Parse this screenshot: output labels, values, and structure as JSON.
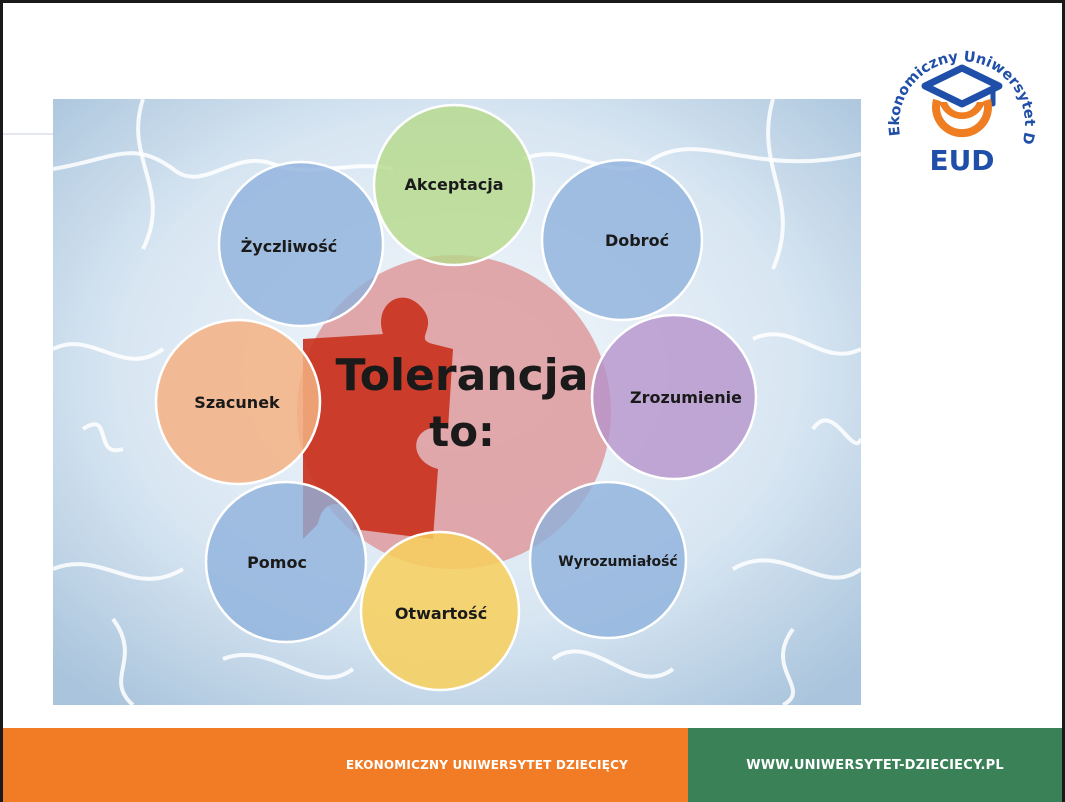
{
  "diagram": {
    "center_line1": "Tolerancja",
    "center_line2": "to:",
    "circles": [
      {
        "label": "Akceptacja",
        "color": "#b5d98a"
      },
      {
        "label": "Dobroć",
        "color": "#8fb1dc"
      },
      {
        "label": "Zrozumienie",
        "color": "#b594cc"
      },
      {
        "label": "Wyrozumiałość",
        "color": "#8fb1dc"
      },
      {
        "label": "Otwartość",
        "color": "#f8cf5a"
      },
      {
        "label": "Pomoc",
        "color": "#8fb1dc"
      },
      {
        "label": "Szacunek",
        "color": "#f5b283"
      },
      {
        "label": "Życzliwość",
        "color": "#8fb1dc"
      }
    ]
  },
  "logo": {
    "arc_text": "Ekonomiczny Uniwersytet Dziecięcy",
    "short": "EUD",
    "colors": {
      "blue": "#1f4fa8",
      "orange": "#ef7d22"
    }
  },
  "footer": {
    "left_text": "EKONOMICZNY UNIWERSYTET DZIECIĘCY",
    "right_text": "WWW.UNIWERSYTET-DZIECIECY.PL",
    "left_color": "#f17c25",
    "right_color": "#3b8158"
  }
}
